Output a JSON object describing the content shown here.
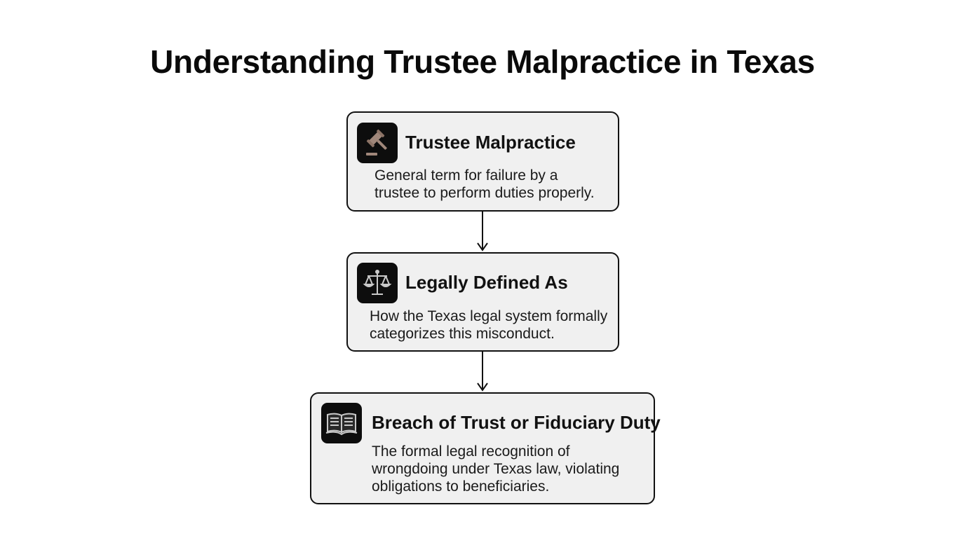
{
  "title": "Understanding Trustee Malpractice in Texas",
  "nodes": [
    {
      "icon": "gavel-icon",
      "title": "Trustee Malpractice",
      "description_lines": [
        "General term for failure by a",
        "trustee to perform duties properly."
      ]
    },
    {
      "icon": "scales-of-justice-icon",
      "title": "Legally Defined As",
      "description_lines": [
        "How the Texas legal system formally",
        "categorizes this misconduct."
      ]
    },
    {
      "icon": "open-book-icon",
      "title": "Breach of Trust or Fiduciary Duty",
      "description_lines": [
        "The formal legal recognition of",
        "wrongdoing under Texas law, violating",
        "obligations to beneficiaries."
      ]
    }
  ],
  "colors": {
    "card_background": "#f0f0f0",
    "card_border": "#111111",
    "icon_background": "#0d0d0d",
    "gavel_color": "#a0877a",
    "icon_line_color": "#c9c9c9"
  }
}
